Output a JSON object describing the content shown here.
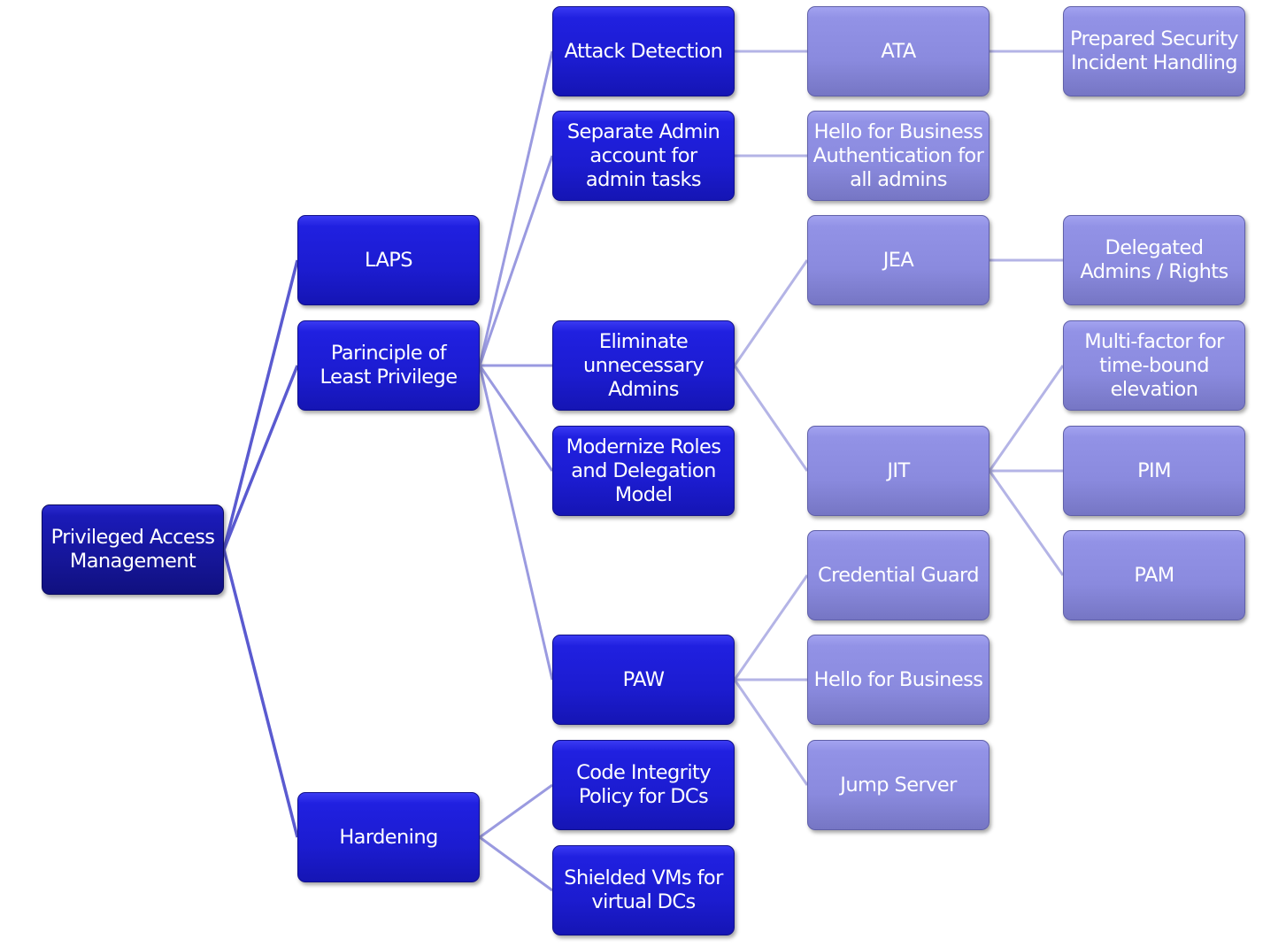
{
  "diagram": {
    "type": "hierarchy-tree",
    "colors": {
      "root_fill": "#16169a",
      "level1_2_fill": "#1c1cd0",
      "level3_4_fill": "#8a8ade",
      "edge_dark": "#5a5ad0",
      "edge_light": "#b4b4e6",
      "text": "#ffffff"
    },
    "nodes": [
      {
        "id": "pam",
        "label": "Privileged Access Management",
        "level": 0,
        "parent": null
      },
      {
        "id": "laps",
        "label": "LAPS",
        "level": 1,
        "parent": "pam"
      },
      {
        "id": "polp",
        "label": "Parinciple of Least Privilege",
        "level": 1,
        "parent": "pam"
      },
      {
        "id": "hardening",
        "label": "Hardening",
        "level": 1,
        "parent": "pam"
      },
      {
        "id": "attack-detection",
        "label": "Attack Detection",
        "level": 2,
        "parent": "polp"
      },
      {
        "id": "separate-admin",
        "label": "Separate Admin account for admin tasks",
        "level": 2,
        "parent": "polp"
      },
      {
        "id": "eliminate-admins",
        "label": "Eliminate unnecessary Admins",
        "level": 2,
        "parent": "polp"
      },
      {
        "id": "modernize-roles",
        "label": "Modernize Roles and Delegation Model",
        "level": 2,
        "parent": "polp"
      },
      {
        "id": "paw",
        "label": "PAW",
        "level": 2,
        "parent": "polp"
      },
      {
        "id": "code-integrity",
        "label": "Code Integrity Policy for DCs",
        "level": 2,
        "parent": "hardening"
      },
      {
        "id": "shielded-vms",
        "label": "Shielded VMs for virtual DCs",
        "level": 2,
        "parent": "hardening"
      },
      {
        "id": "ata",
        "label": "ATA",
        "level": 3,
        "parent": "attack-detection"
      },
      {
        "id": "hello-auth",
        "label": "Hello for Business Authentication for all admins",
        "level": 3,
        "parent": "separate-admin"
      },
      {
        "id": "jea",
        "label": "JEA",
        "level": 3,
        "parent": "eliminate-admins"
      },
      {
        "id": "jit",
        "label": "JIT",
        "level": 3,
        "parent": "eliminate-admins"
      },
      {
        "id": "credential-guard",
        "label": "Credential Guard",
        "level": 3,
        "parent": "paw"
      },
      {
        "id": "hello-business",
        "label": "Hello for Business",
        "level": 3,
        "parent": "paw"
      },
      {
        "id": "jump-server",
        "label": "Jump Server",
        "level": 3,
        "parent": "paw"
      },
      {
        "id": "prepared-security",
        "label": "Prepared Security Incident Handling",
        "level": 4,
        "parent": "ata"
      },
      {
        "id": "delegated-admins",
        "label": "Delegated Admins / Rights",
        "level": 4,
        "parent": "jea"
      },
      {
        "id": "multi-factor",
        "label": "Multi-factor for time-bound elevation",
        "level": 4,
        "parent": "jit"
      },
      {
        "id": "pim",
        "label": "PIM",
        "level": 4,
        "parent": "jit"
      },
      {
        "id": "pam-tool",
        "label": "PAM",
        "level": 4,
        "parent": "jit"
      }
    ],
    "labels": {
      "pam": "Privileged Access\nManagement",
      "laps": "LAPS",
      "polp": "Parinciple of\nLeast Privilege",
      "hardening": "Hardening",
      "attack-detection": "Attack Detection",
      "separate-admin": "Separate Admin\naccount for\nadmin tasks",
      "eliminate-admins": "Eliminate\nunnecessary\nAdmins",
      "modernize-roles": "Modernize Roles\nand Delegation\nModel",
      "paw": "PAW",
      "code-integrity": "Code Integrity\nPolicy for DCs",
      "shielded-vms": "Shielded VMs for\nvirtual DCs",
      "ata": "ATA",
      "hello-auth": "Hello for Business\nAuthentication for\nall admins",
      "jea": "JEA",
      "jit": "JIT",
      "credential-guard": "Credential Guard",
      "hello-business": "Hello for Business",
      "jump-server": "Jump Server",
      "prepared-security": "Prepared Security\nIncident Handling",
      "delegated-admins": "Delegated\nAdmins / Rights",
      "multi-factor": "Multi-factor for\ntime-bound\nelevation",
      "pim": "PIM",
      "pam-tool": "PAM"
    }
  }
}
